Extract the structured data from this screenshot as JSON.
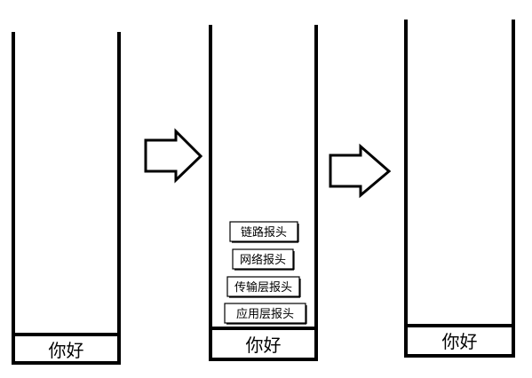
{
  "colors": {
    "stroke": "#000000",
    "background": "#ffffff"
  },
  "stages": [
    {
      "payload": "你好",
      "headers": []
    },
    {
      "payload": "你好",
      "headers": [
        "链路报头",
        "网络报头",
        "传输层报头",
        "应用层报头"
      ]
    },
    {
      "payload": "你好",
      "headers": []
    }
  ],
  "arrows": [
    {
      "icon": "right-arrow-icon"
    },
    {
      "icon": "right-arrow-icon"
    }
  ]
}
